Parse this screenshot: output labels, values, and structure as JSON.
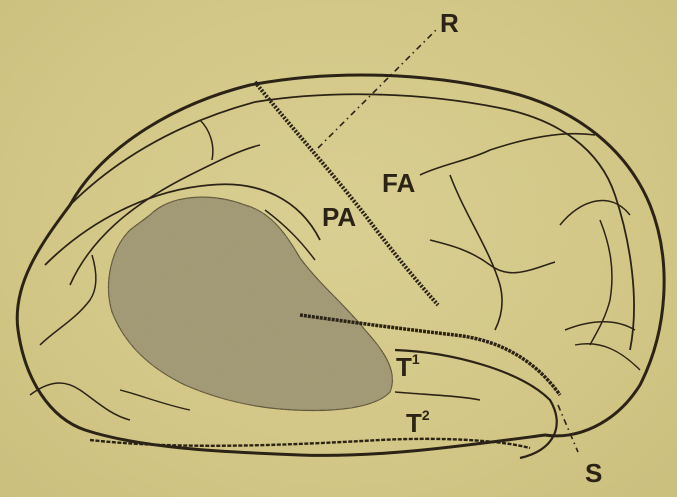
{
  "figure": {
    "background_color": "#d4c98a",
    "ink_color": "#2b2416",
    "shaded_region_color": "#8a8060"
  },
  "labels": {
    "R": "R",
    "FA": "FA",
    "PA": "PA",
    "T1": "T",
    "T1_sup": "1",
    "T2": "T",
    "T2_sup": "2",
    "S": "S"
  }
}
